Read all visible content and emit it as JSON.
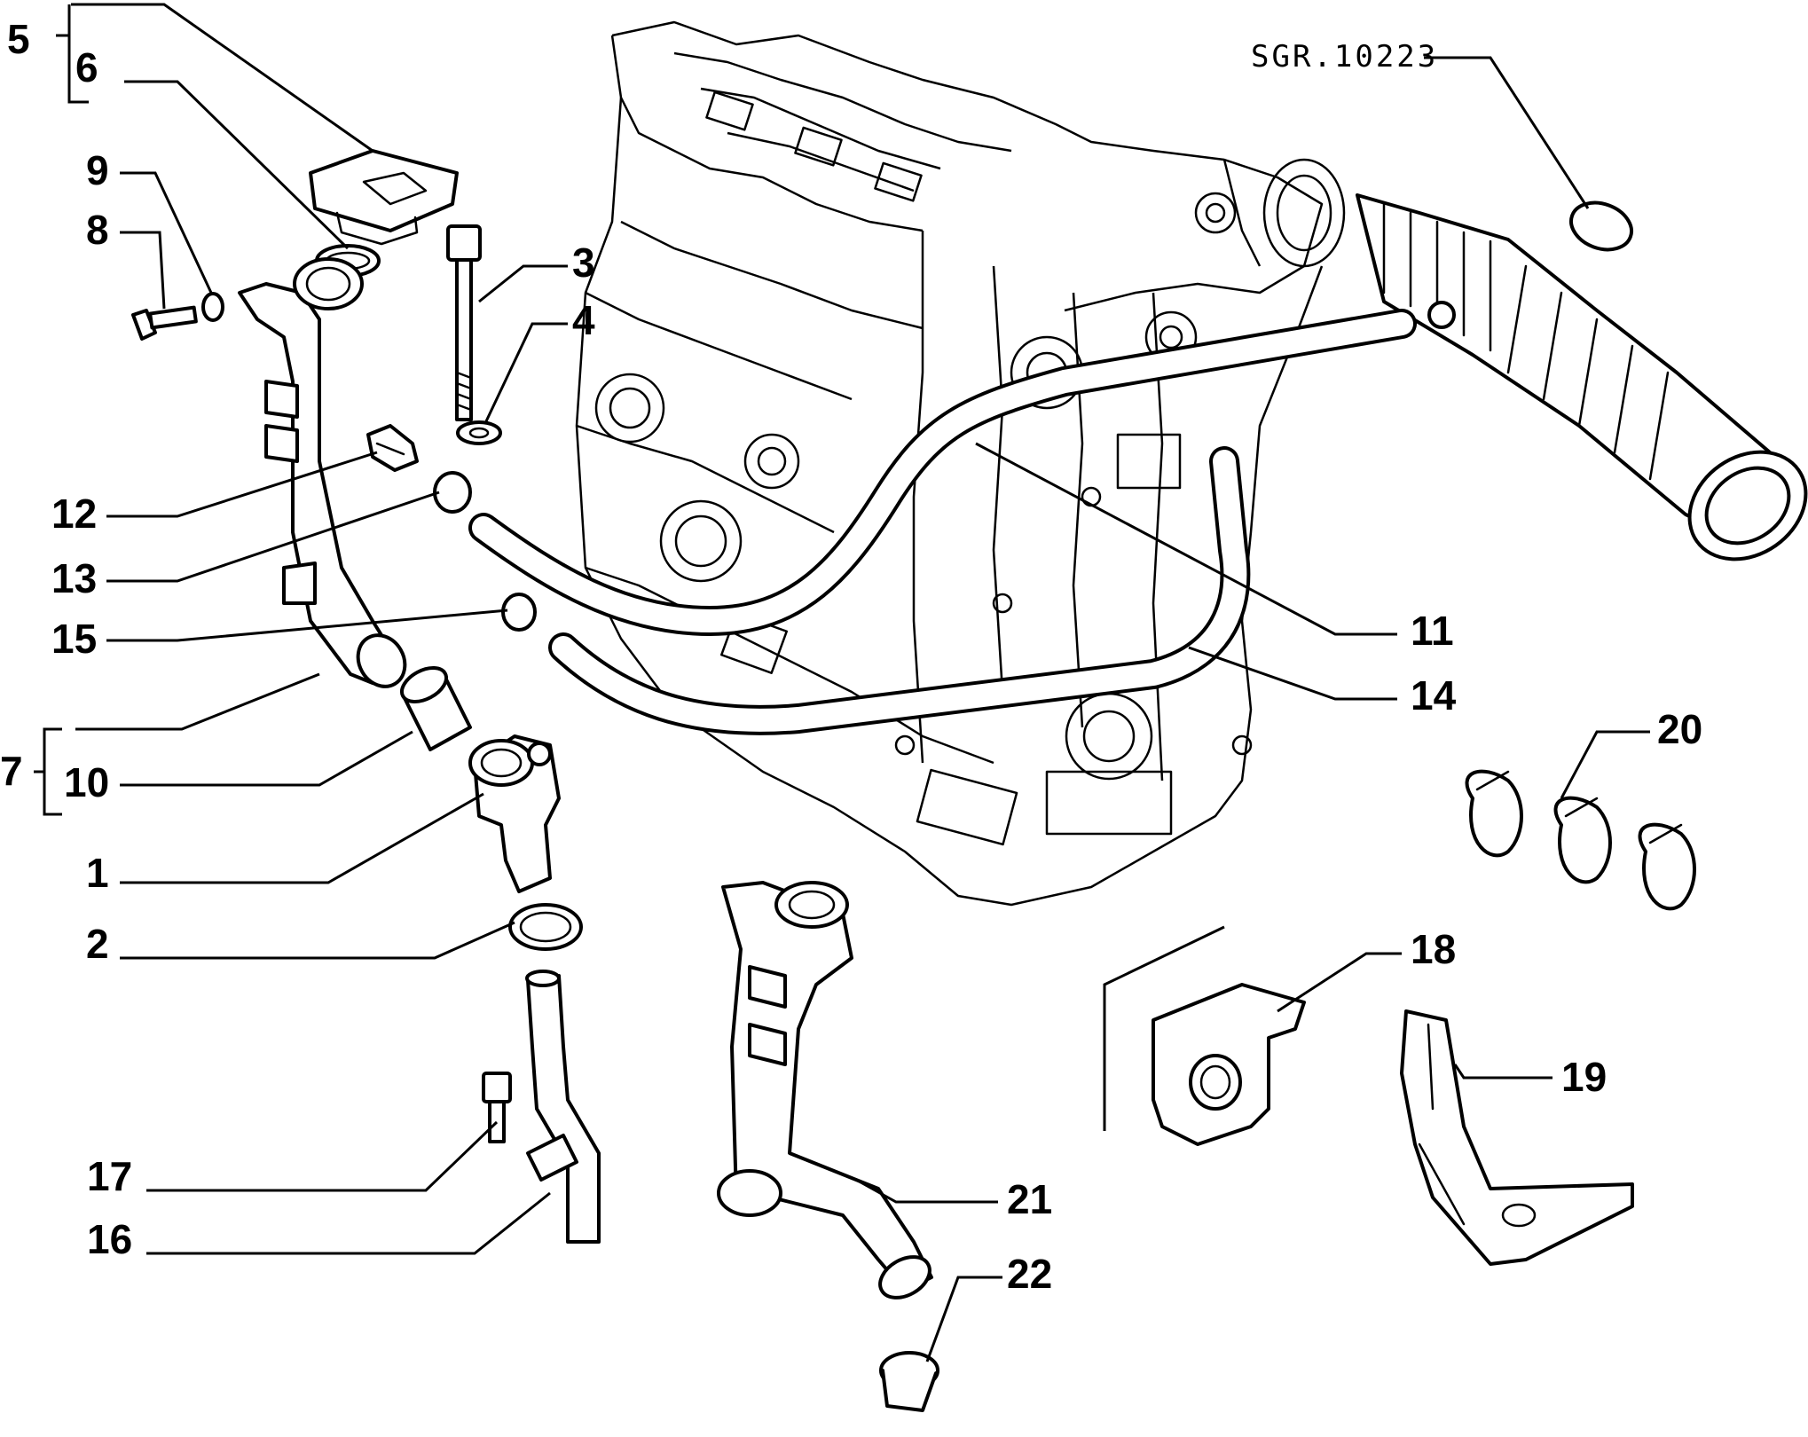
{
  "drawing_code": "SGR.10223",
  "callouts": [
    {
      "id": "c5",
      "label": "5"
    },
    {
      "id": "c6",
      "label": "6"
    },
    {
      "id": "c9",
      "label": "9"
    },
    {
      "id": "c8",
      "label": "8"
    },
    {
      "id": "c3",
      "label": "3"
    },
    {
      "id": "c4",
      "label": "4"
    },
    {
      "id": "c12",
      "label": "12"
    },
    {
      "id": "c13",
      "label": "13"
    },
    {
      "id": "c15",
      "label": "15"
    },
    {
      "id": "c7",
      "label": "7"
    },
    {
      "id": "c10",
      "label": "10"
    },
    {
      "id": "c1",
      "label": "1"
    },
    {
      "id": "c2",
      "label": "2"
    },
    {
      "id": "c17",
      "label": "17"
    },
    {
      "id": "c16",
      "label": "16"
    },
    {
      "id": "c11",
      "label": "11"
    },
    {
      "id": "c14",
      "label": "14"
    },
    {
      "id": "c20",
      "label": "20"
    },
    {
      "id": "c18",
      "label": "18"
    },
    {
      "id": "c19",
      "label": "19"
    },
    {
      "id": "c21",
      "label": "21"
    },
    {
      "id": "c22",
      "label": "22"
    }
  ]
}
